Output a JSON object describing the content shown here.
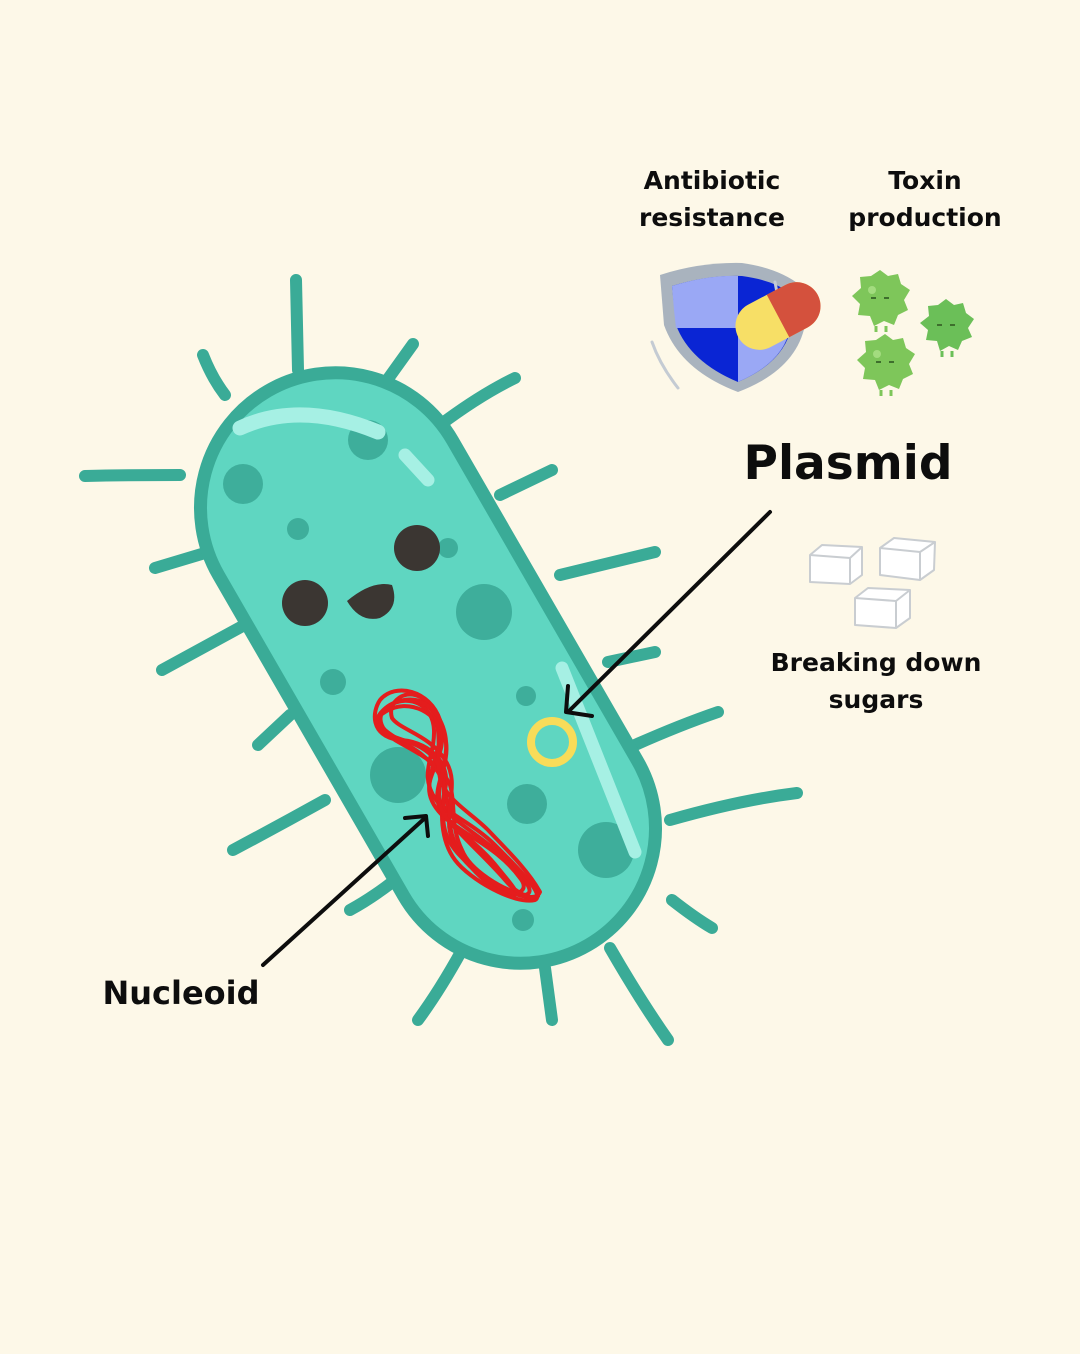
{
  "labels": {
    "antibiotic": [
      "Antibiotic",
      "resistance"
    ],
    "toxin": [
      "Toxin",
      "production"
    ],
    "plasmid": "Plasmid",
    "sugars": [
      "Breaking down",
      "sugars"
    ],
    "nucleoid": "Nucleoid"
  },
  "colors": {
    "background": "#fdf8e8",
    "cell_body": "#5fd6c1",
    "cell_outline": "#3aab97",
    "spots": "#3eae9b",
    "nucleoid": "#e41d1d",
    "plasmid_ring": "#f8dc59",
    "face": "#3b3632",
    "shield_blue": "#0a25d4",
    "shield_light": "#9aa8f5",
    "shield_rim": "#a9b3be",
    "pill_red": "#d4513d",
    "pill_yellow": "#f7df66",
    "toxin_green": "#7ec65a",
    "sugar_cube": "#ffffff"
  },
  "icons": [
    "bacterium-face",
    "nucleoid-dna",
    "plasmid-ring",
    "shield-icon",
    "pill-icon",
    "toxin-icon",
    "sugar-cube-icon",
    "arrow"
  ]
}
